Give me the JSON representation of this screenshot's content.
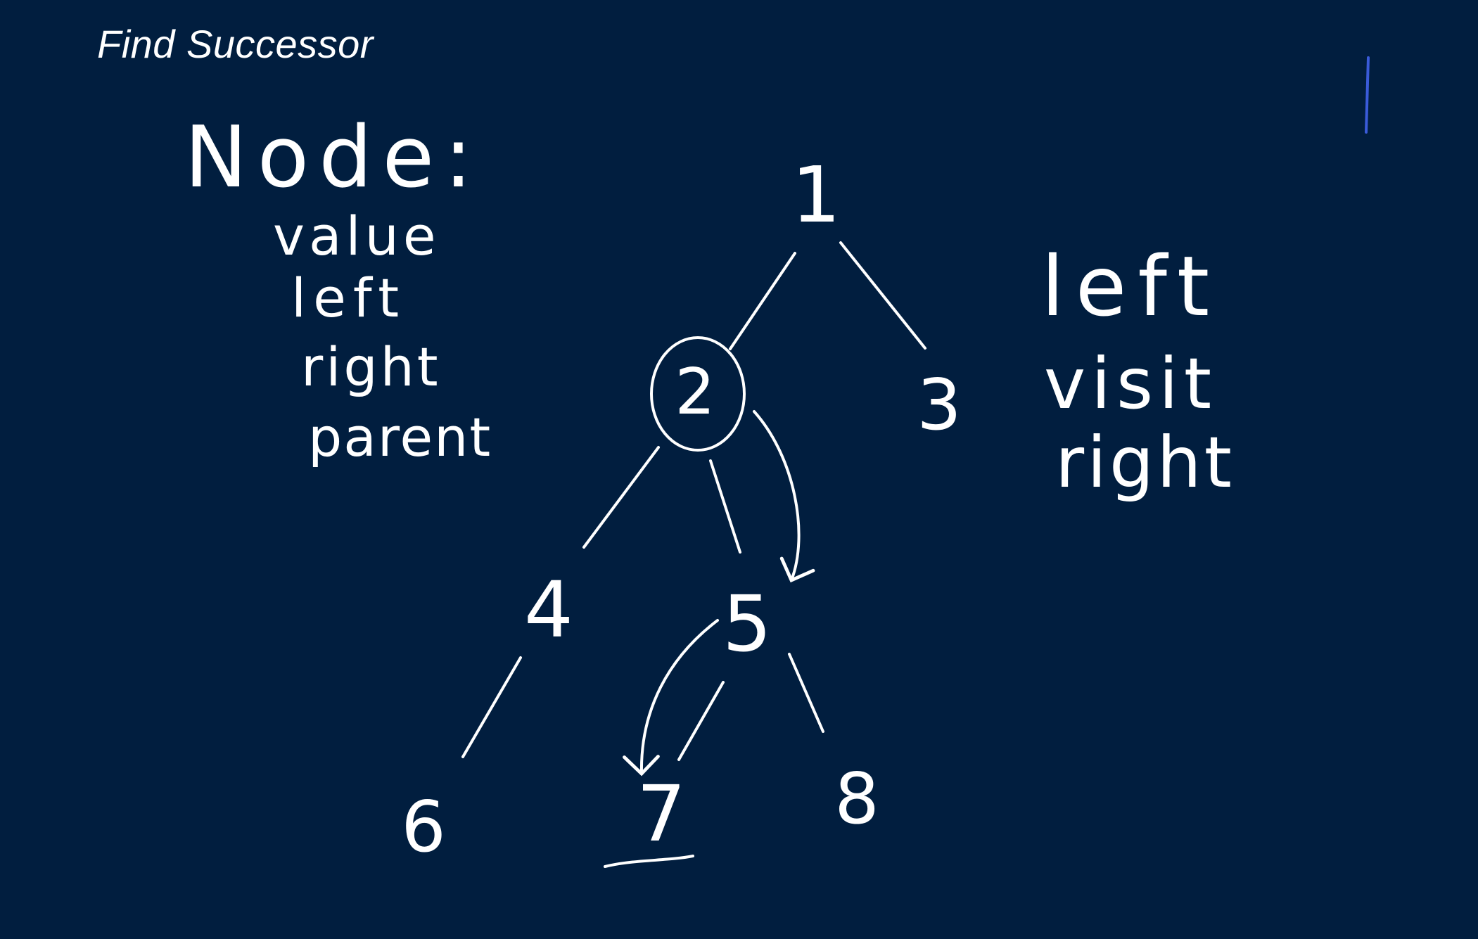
{
  "title": "Find Successor",
  "node_fields": {
    "heading": "Node:",
    "fields": [
      "value",
      "left",
      "right",
      "parent"
    ]
  },
  "traversal_steps": [
    "left",
    "visit",
    "right"
  ],
  "tree": {
    "nodes": [
      "1",
      "2",
      "3",
      "4",
      "5",
      "6",
      "7",
      "8"
    ],
    "edges": [
      [
        "1",
        "2"
      ],
      [
        "1",
        "3"
      ],
      [
        "2",
        "4"
      ],
      [
        "2",
        "5"
      ],
      [
        "4",
        "6"
      ],
      [
        "5",
        "7"
      ],
      [
        "5",
        "8"
      ]
    ],
    "highlighted_node": "2",
    "successor_path": [
      "2",
      "5",
      "7"
    ]
  },
  "colors": {
    "background": "#011e3f",
    "ink": "#ffffff",
    "cursor": "#3a5bd9"
  }
}
